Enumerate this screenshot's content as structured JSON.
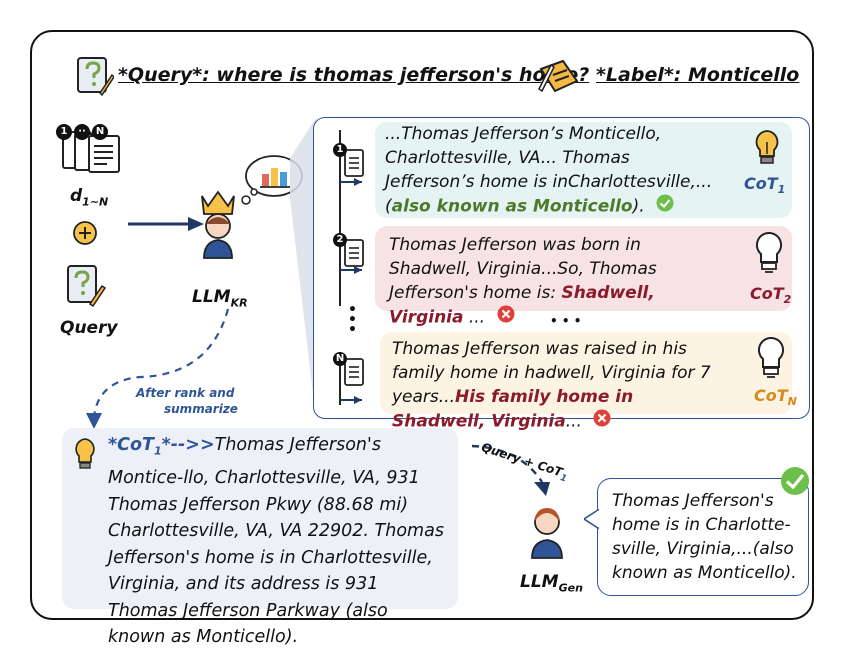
{
  "header": {
    "query_label": "*Query*: where is thomas jefferson's home?",
    "label_label": "*Label*: Monticello"
  },
  "left": {
    "docs_label": "d",
    "docs_subscript": "1~N",
    "doc_badges": [
      "1",
      "··",
      "N"
    ],
    "query_label": "Query",
    "plus_symbol": "+"
  },
  "ranker": {
    "name": "LLM",
    "subscript": "KR"
  },
  "after_rank": {
    "line1": "After rank and",
    "line2": "summarize"
  },
  "cots": [
    {
      "badge": "1",
      "text_plain": "...Thomas Jefferson’s Monticello, Charlottesville, VA... Thomas Jefferson’s home is inCharlottesville,...(",
      "text_highlight": "also known as Monticello",
      "text_end": ").",
      "status": "check",
      "label": "CoT",
      "label_sub": "1",
      "color": "#2f5597"
    },
    {
      "badge": "2",
      "text_plain": "Thomas Jefferson was born in Shadwell, Virginia...So, Thomas Jefferson's home is: ",
      "text_highlight": "Shadwell, Virginia",
      "text_end": " ...",
      "status": "cross",
      "label": "CoT",
      "label_sub": "2",
      "color": "#8b1a2b"
    },
    {
      "badge": "N",
      "text_plain": "Thomas Jefferson was raised in his family home in hadwell, Virginia for 7 years...",
      "text_highlight": "His family home in Shadwell, Virginia",
      "text_end": "...",
      "status": "cross",
      "label": "CoT",
      "label_sub": "N",
      "color": "#d68a1c"
    }
  ],
  "ellipsis": "• • •",
  "summary": {
    "prefix": "*CoT",
    "prefix_sub": "1",
    "prefix_end": "*-->>",
    "text": "Thomas Jefferson's Montice-llo, Charlottesville, VA, 931 Thomas Jefferson Pkwy (88.68 mi) Charlottesville, VA, VA 22902. Thomas Jefferson's home is in Charlottesville, Virginia, and its address is 931 Thomas Jefferson Parkway (also known as Monticello)."
  },
  "arrow_label": {
    "text": "Query + CoT",
    "sub": "1"
  },
  "generator": {
    "name": "LLM",
    "subscript": "Gen"
  },
  "answer": {
    "text": "Thomas Jefferson's home is in Charlotte-sville, Virginia,...(also known as Monticello)."
  },
  "colors": {
    "accent_blue": "#2f5597",
    "dark_red": "#8b1a2b",
    "green": "#4a7a2a",
    "orange": "#d68a1c",
    "check_green": "#6cc04a",
    "cross_red": "#e0403a"
  }
}
